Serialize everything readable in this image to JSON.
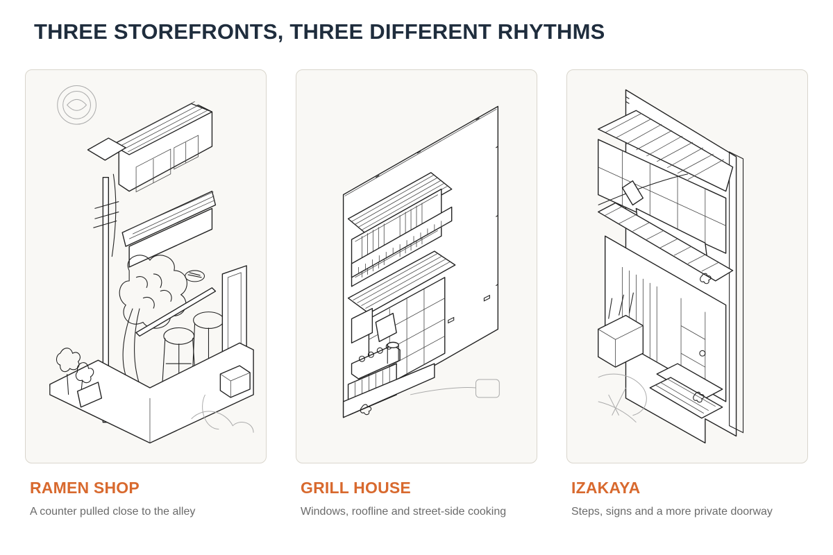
{
  "title": "THREE STOREFRONTS, THREE DIFFERENT RHYTHMS",
  "cards": [
    {
      "label": "RAMEN SHOP",
      "caption": "A counter pulled close to the alley"
    },
    {
      "label": "GRILL HOUSE",
      "caption": "Windows, roofline and street-side cooking"
    },
    {
      "label": "IZAKAYA",
      "caption": "Steps, signs and a more private doorway"
    }
  ],
  "colors": {
    "title": "#1f2d3d",
    "label": "#d8692e",
    "caption": "#6a6a6a",
    "card_bg": "#f9f8f5"
  }
}
